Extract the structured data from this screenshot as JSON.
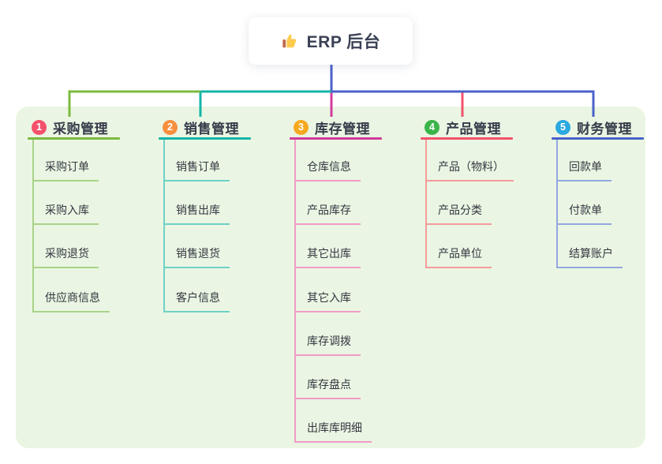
{
  "root": {
    "title": "ERP 后台",
    "icon": "thumbs-up-icon",
    "line_color": "#4A62C9"
  },
  "canvas": {
    "panel_bg": "#EAF6E3",
    "page_bg": "#FFFFFF",
    "text_dark": "#363B4A",
    "text_child": "#333741"
  },
  "branches": [
    {
      "number": "1",
      "title": "采购管理",
      "badge_color": "#F4516C",
      "accent_color": "#7CBA3F",
      "line_color": "#A9D388",
      "children": [
        "采购订单",
        "采购入库",
        "采购退货",
        "供应商信息"
      ]
    },
    {
      "number": "2",
      "title": "销售管理",
      "badge_color": "#F78F3F",
      "accent_color": "#13B5A7",
      "line_color": "#6ED1C5",
      "children": [
        "销售订单",
        "销售出库",
        "销售退货",
        "客户信息"
      ]
    },
    {
      "number": "3",
      "title": "库存管理",
      "badge_color": "#F7A820",
      "accent_color": "#D13C9C",
      "line_color": "#F29BC6",
      "children": [
        "仓库信息",
        "产品库存",
        "其它出库",
        "其它入库",
        "库存调拨",
        "库存盘点",
        "出库库明细"
      ]
    },
    {
      "number": "4",
      "title": "产品管理",
      "badge_color": "#3BB54A",
      "accent_color": "#F4516C",
      "line_color": "#F59B9B",
      "children": [
        "产品（物料）",
        "产品分类",
        "产品单位"
      ]
    },
    {
      "number": "5",
      "title": "财务管理",
      "badge_color": "#2BA8E0",
      "accent_color": "#4A62C9",
      "line_color": "#93A7E0",
      "children": [
        "回款单",
        "付款单",
        "结算账户"
      ]
    }
  ]
}
